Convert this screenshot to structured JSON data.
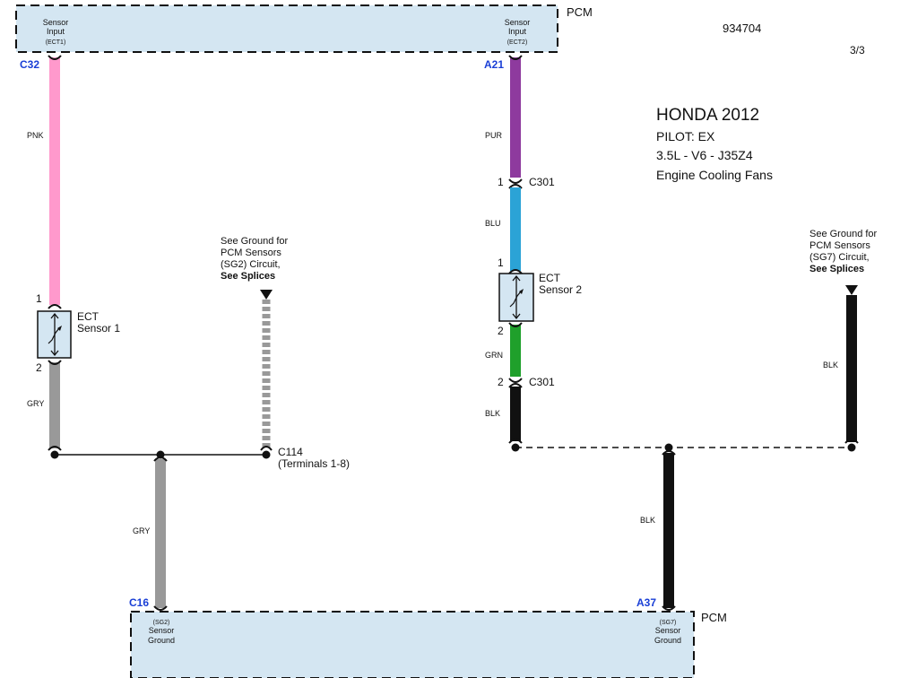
{
  "doc": {
    "number": "934704",
    "page": "3/3",
    "make_year": "HONDA 2012",
    "model": "PILOT: EX",
    "engine": "3.5L - V6 - J35Z4",
    "system": "Engine Cooling Fans"
  },
  "pcm_top": {
    "label": "PCM",
    "pin1": {
      "line1": "Sensor",
      "line2": "Input",
      "line3": "(ECT1)"
    },
    "pin2": {
      "line1": "Sensor",
      "line2": "Input",
      "line3": "(ECT2)"
    }
  },
  "pcm_bottom": {
    "label": "PCM",
    "pin1": {
      "line1": "(SG2)",
      "line2": "Sensor",
      "line3": "Ground"
    },
    "pin2": {
      "line1": "(SG7)",
      "line2": "Sensor",
      "line3": "Ground"
    }
  },
  "connectors": {
    "c32": "C32",
    "a21": "A21",
    "c16": "C16",
    "a37": "A37",
    "c301_top": "C301",
    "c301_bottom": "C301",
    "c114": "C114",
    "c114_sub": "(Terminals 1-8)"
  },
  "pins": {
    "ect1_pin1": "1",
    "ect1_pin2": "2",
    "c301_pin1": "1",
    "ect2_pin1": "1",
    "ect2_pin2": "2",
    "c301_pin2": "2"
  },
  "wires": {
    "pnk": "PNK",
    "gry_upper": "GRY",
    "gry_lower": "GRY",
    "pur": "PUR",
    "blu": "BLU",
    "grn": "GRN",
    "blk_short": "BLK",
    "blk_right": "BLK",
    "blk_lower": "BLK"
  },
  "colors": {
    "pnk": "#ff99cc",
    "gry": "#999999",
    "pur": "#8e3a9e",
    "blu": "#2ba3d6",
    "grn": "#1fa02b",
    "blk": "#111111",
    "pcm_fill": "#d4e6f2",
    "connector_blue": "#1a3fd6"
  },
  "components": {
    "ect1": {
      "line1": "ECT",
      "line2": "Sensor 1"
    },
    "ect2": {
      "line1": "ECT",
      "line2": "Sensor 2"
    }
  },
  "notes": {
    "sg2": {
      "line1": "See Ground for",
      "line2": "PCM Sensors",
      "line3": "(SG2) Circuit,",
      "line4": "See Splices"
    },
    "sg7": {
      "line1": "See Ground for",
      "line2": "PCM Sensors",
      "line3": "(SG7) Circuit,",
      "line4": "See Splices"
    }
  }
}
